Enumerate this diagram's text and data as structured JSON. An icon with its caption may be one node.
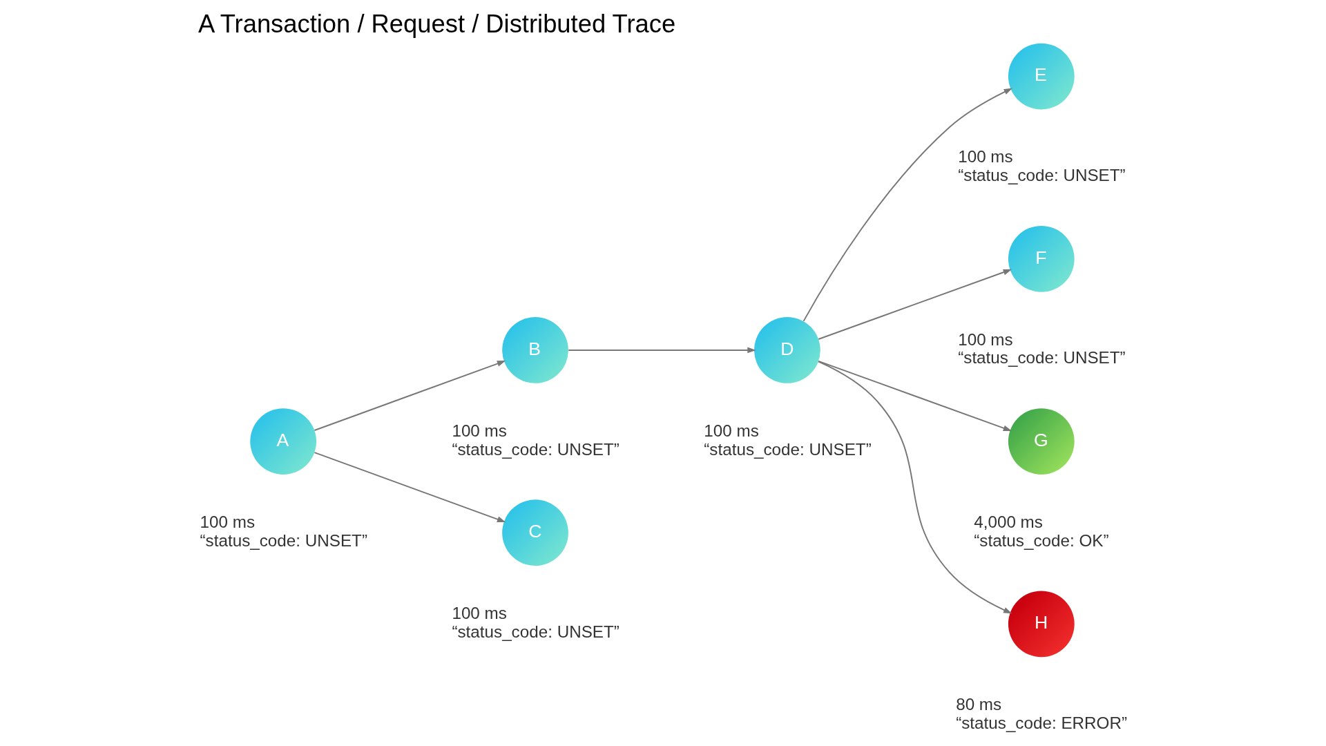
{
  "diagram": {
    "title": "A Transaction / Request / Distributed Trace",
    "nodes": [
      {
        "text": [
          "A"
        ],
        "beside": [
          "100 ms",
          "“status_code: UNSET”"
        ]
      },
      {
        "text": [
          "B"
        ],
        "beside": [
          "100 ms",
          "“status_code: UNSET”"
        ]
      },
      {
        "text": [
          "C"
        ],
        "beside": [
          "100 ms",
          "“status_code: UNSET”"
        ]
      },
      {
        "text": [
          "D"
        ],
        "beside": [
          "100 ms",
          "“status_code: UNSET”"
        ]
      },
      {
        "text": [
          "E"
        ],
        "beside": [
          "100 ms",
          "“status_code: UNSET”"
        ]
      },
      {
        "text": [
          "F"
        ],
        "beside": [
          "100 ms",
          "“status_code: UNSET”"
        ]
      },
      {
        "text": [
          "G"
        ],
        "beside": [
          "4,000 ms",
          "“status_code: OK”"
        ]
      },
      {
        "text": [
          "H"
        ],
        "beside": [
          "80 ms",
          "“status_code: ERROR”"
        ]
      }
    ],
    "edges": [
      {
        "from": 0,
        "to": 1,
        "arrow": "to"
      },
      {
        "from": 0,
        "to": 2,
        "arrow": "to"
      },
      {
        "from": 1,
        "to": 3,
        "arrow": "to"
      },
      {
        "from": 3,
        "to": 4,
        "arrow": "to"
      },
      {
        "from": 3,
        "to": 5,
        "arrow": "to"
      },
      {
        "from": 3,
        "to": 6,
        "arrow": "to"
      },
      {
        "from": 3,
        "to": 7,
        "arrow": "to"
      }
    ]
  }
}
